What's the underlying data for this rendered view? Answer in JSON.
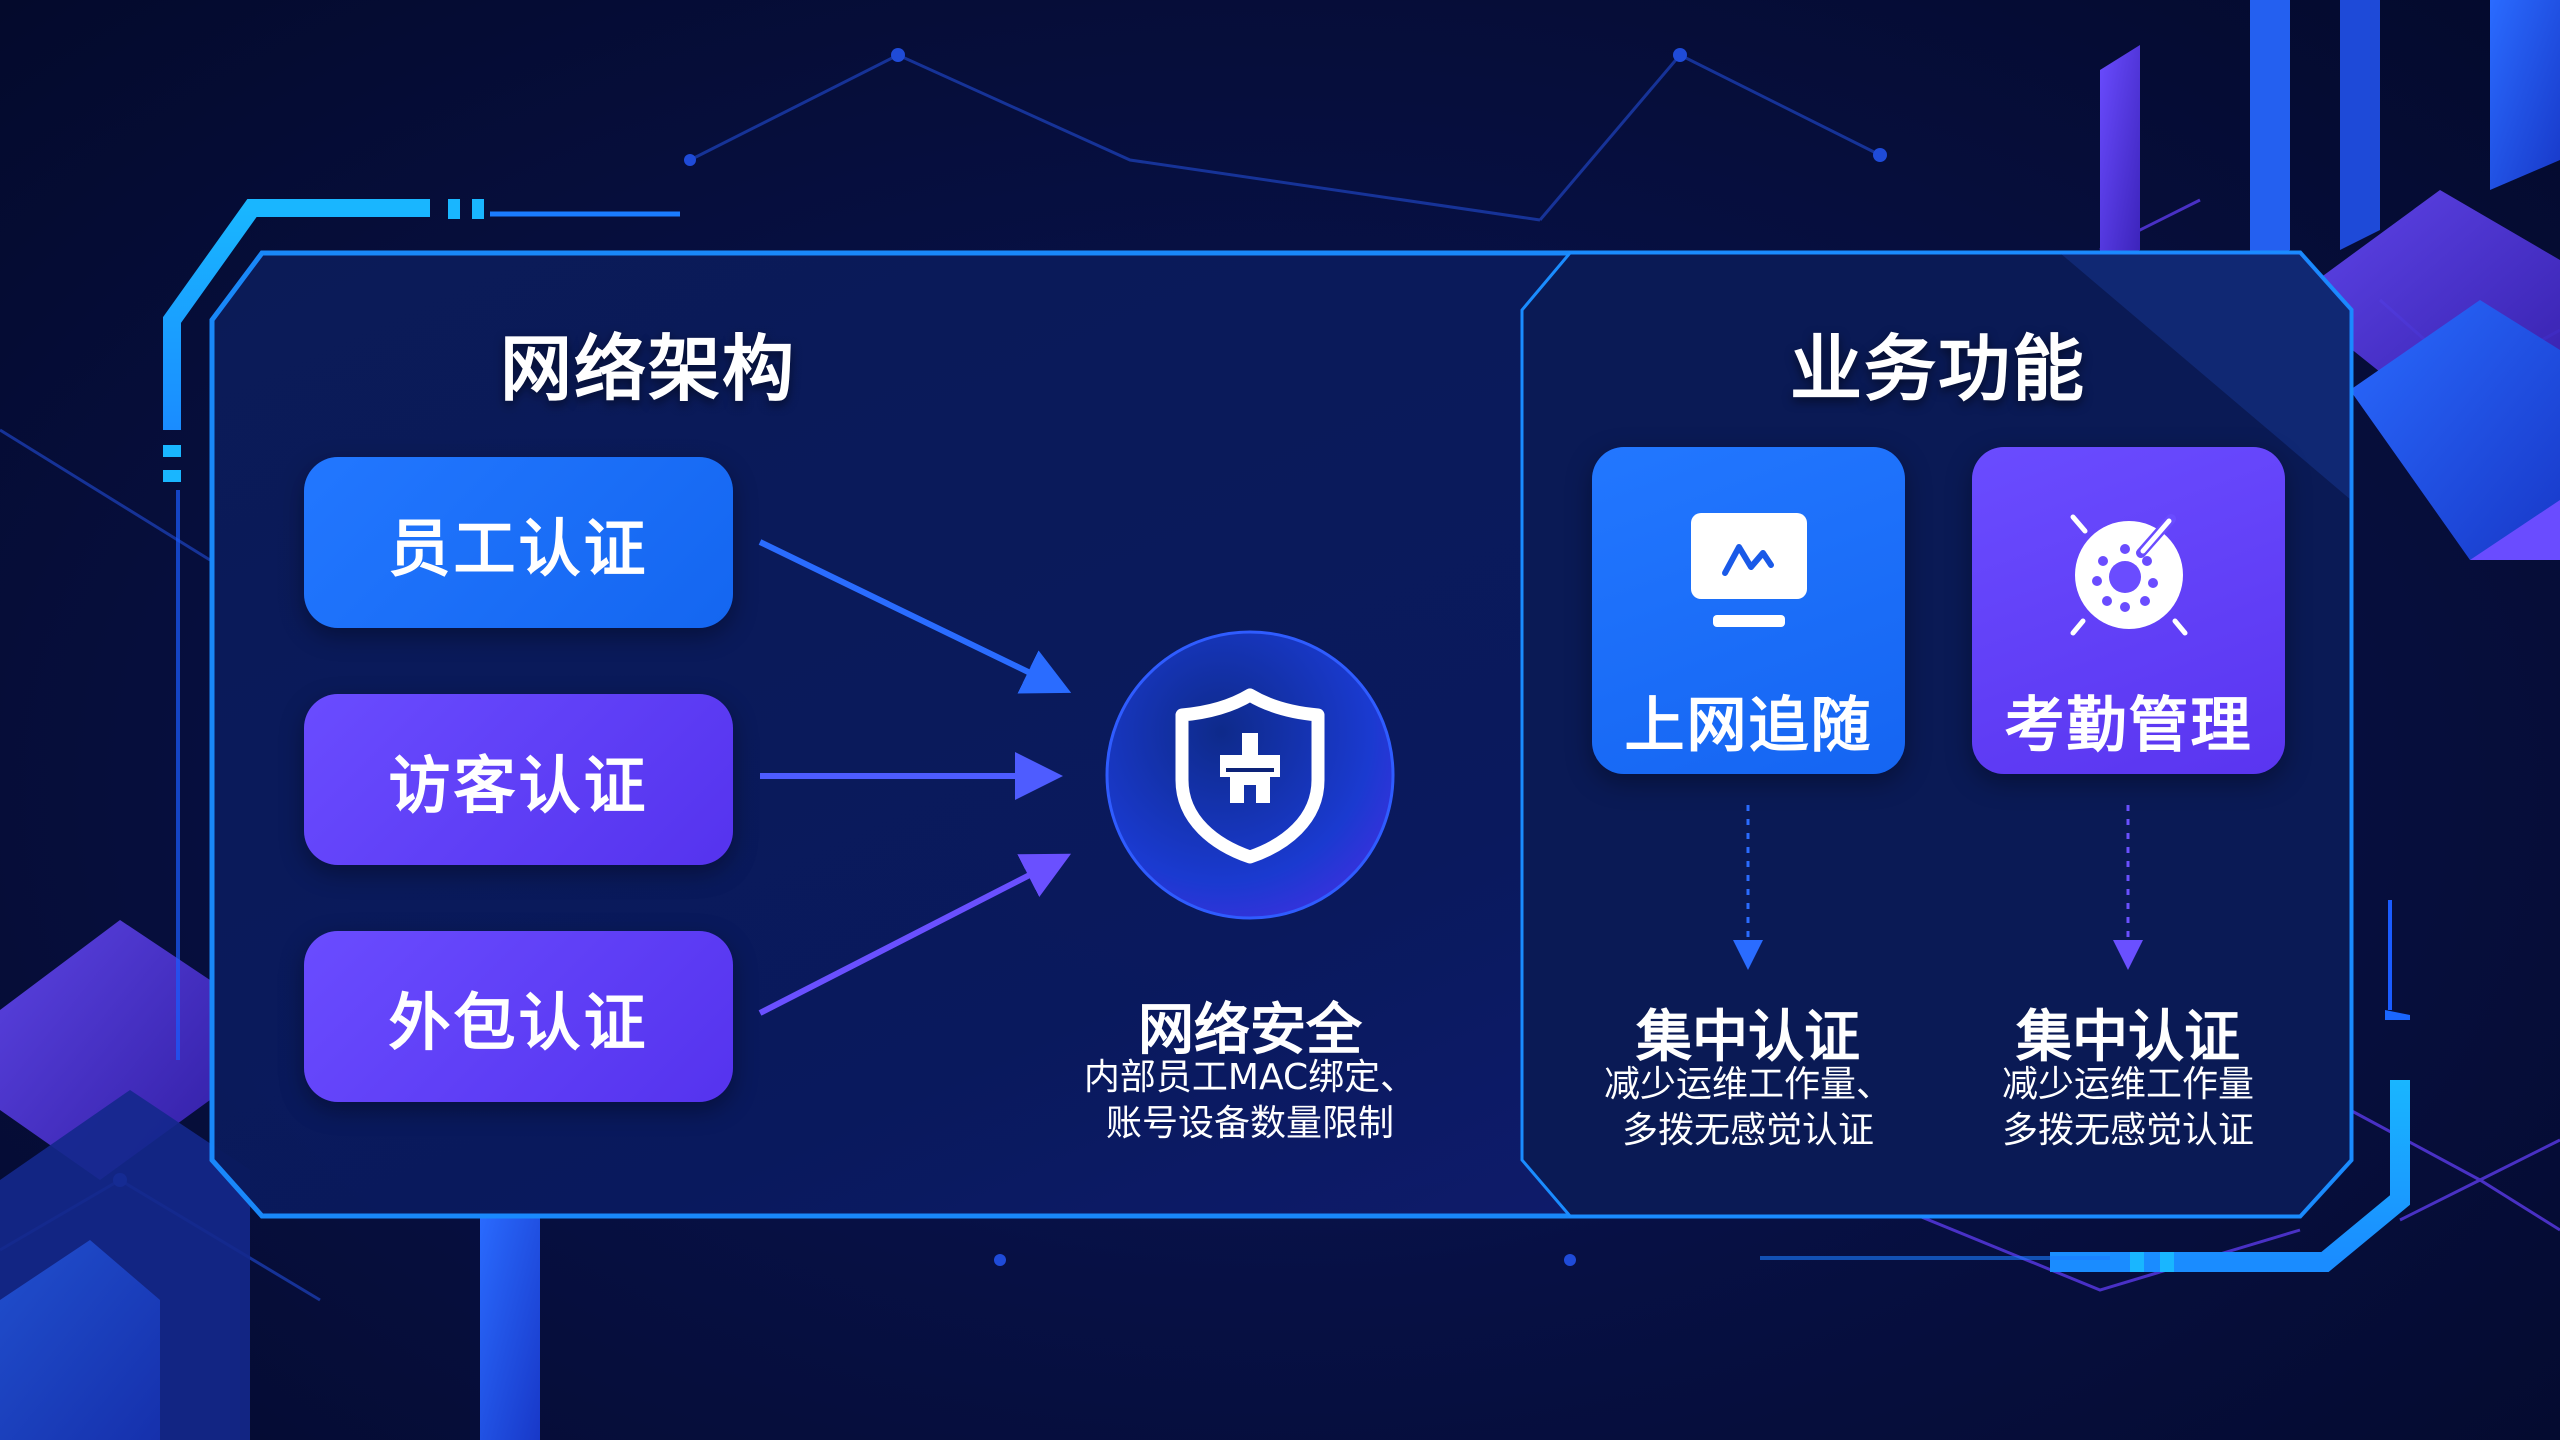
{
  "left_section": {
    "title": "网络架构",
    "buttons": [
      {
        "label": "员工认证",
        "color": "#1f70ff"
      },
      {
        "label": "访客认证",
        "color": "#6045fb"
      },
      {
        "label": "外包认证",
        "color": "#6045fb"
      }
    ],
    "hub": {
      "icon": "shield-icon",
      "title": "网络安全",
      "desc_line1": "内部员工MAC绑定、",
      "desc_line2": "账号设备数量限制"
    }
  },
  "right_section": {
    "title": "业务功能",
    "cards": [
      {
        "icon": "monitor-chart-icon",
        "label": "上网追随",
        "color": "#1f70ff",
        "result_title": "集中认证",
        "result_line1": "减少运维工作量、",
        "result_line2": "多拨无感觉认证"
      },
      {
        "icon": "attendance-clock-icon",
        "label": "考勤管理",
        "color": "#6045fb",
        "result_title": "集中认证",
        "result_line1": "减少运维工作量",
        "result_line2": "多拨无感觉认证"
      }
    ]
  },
  "colors": {
    "background": "#050a2e",
    "panel": "#0a1a55",
    "frame_cyan": "#1ab0ff",
    "accent_blue": "#1f70ff",
    "accent_purple": "#6045fb"
  }
}
